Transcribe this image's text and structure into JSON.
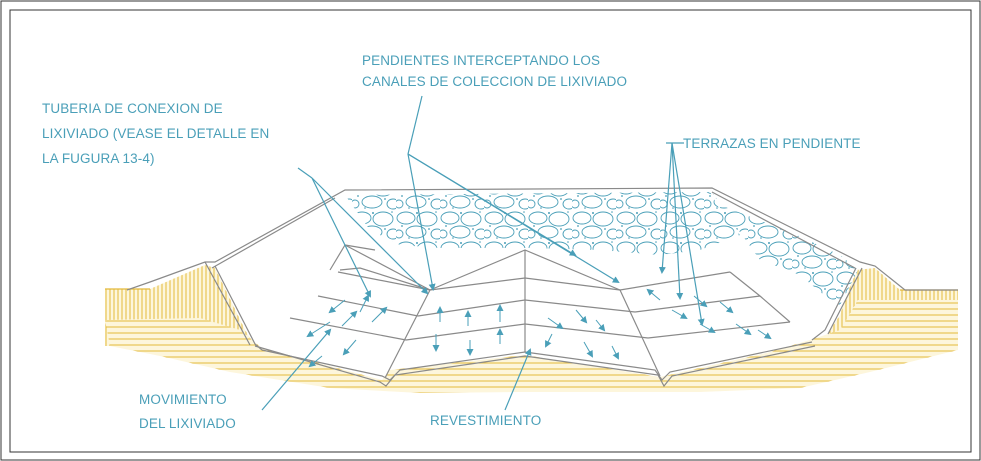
{
  "labels": {
    "pendientes_line1": "PENDIENTES INTERCEPTANDO LOS",
    "pendientes_line2": "CANALES DE COLECCION DE LIXIVIADO",
    "tuberia_line1": "TUBERIA DE CONEXION DE",
    "tuberia_line2": "LIXIVIADO (VEASE EL DETALLE EN",
    "tuberia_line3": "LA FUGURA 13-4)",
    "terrazas": "TERRAZAS EN PENDIENTE",
    "movimiento_line1": "MOVIMIENTO",
    "movimiento_line2": "DEL LIXIVIADO",
    "revestimiento": "REVESTIMIENTO"
  },
  "colors": {
    "label": "#4a9fb8",
    "leader": "#4a9fb8",
    "soil": "#e8c34a",
    "soil_fill": "#fdf6dc",
    "liner": "#8a8a8a",
    "rock": "#4a9fb8",
    "frame": "#333333"
  }
}
